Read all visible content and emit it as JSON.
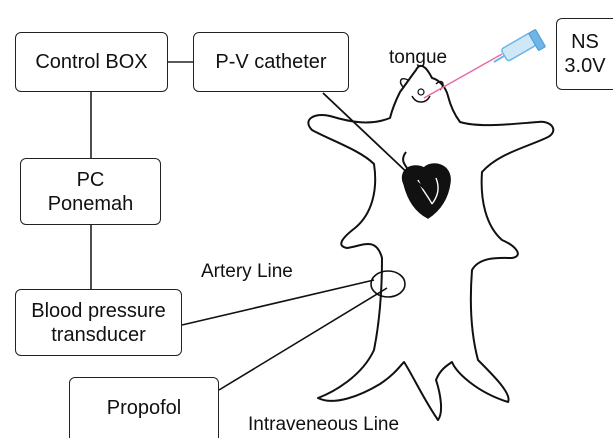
{
  "boxes": {
    "control_box": "Control BOX",
    "pv_catheter": "P-V catheter",
    "pc_line1": "PC",
    "pc_line2": "Ponemah",
    "bp_line1": "Blood pressure",
    "bp_line2": "transducer",
    "propofol": "Propofol",
    "ns_line1": "NS",
    "ns_line2": "3.0V"
  },
  "labels": {
    "tongue": "tongue",
    "artery_line": "Artery Line",
    "intravenous_line": "Intraveneous Line"
  },
  "colors": {
    "line": "#222222",
    "needle_line": "#e86aa8",
    "syringe": "#6fb6e8"
  }
}
